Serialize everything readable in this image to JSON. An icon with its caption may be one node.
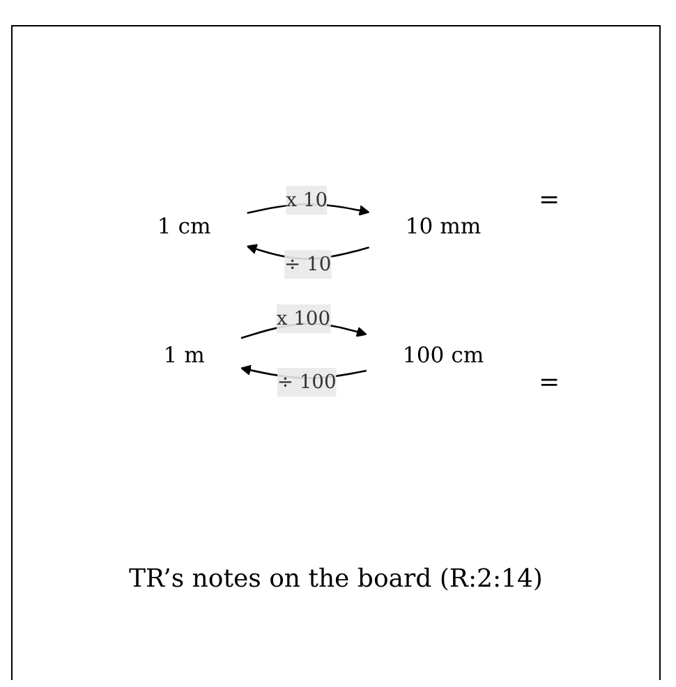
{
  "diagram": {
    "caption": "TR’s notes on the board (R:2:14)",
    "nodes": [
      {
        "text": [
          "1 cm"
        ]
      },
      {
        "text": [
          "10 mm"
        ]
      },
      {
        "text": [
          "1 m"
        ]
      },
      {
        "text": [
          "100 cm"
        ]
      }
    ],
    "edges": [
      {
        "from": 0,
        "to": 1,
        "arrow": "to",
        "label": "x 10"
      },
      {
        "from": 1,
        "to": 0,
        "arrow": "to",
        "label": "÷ 10"
      },
      {
        "from": 2,
        "to": 3,
        "arrow": "to",
        "label": "x 100"
      },
      {
        "from": 3,
        "to": 2,
        "arrow": "to",
        "label": "÷ 100"
      }
    ],
    "labels": [
      "=",
      "="
    ]
  }
}
